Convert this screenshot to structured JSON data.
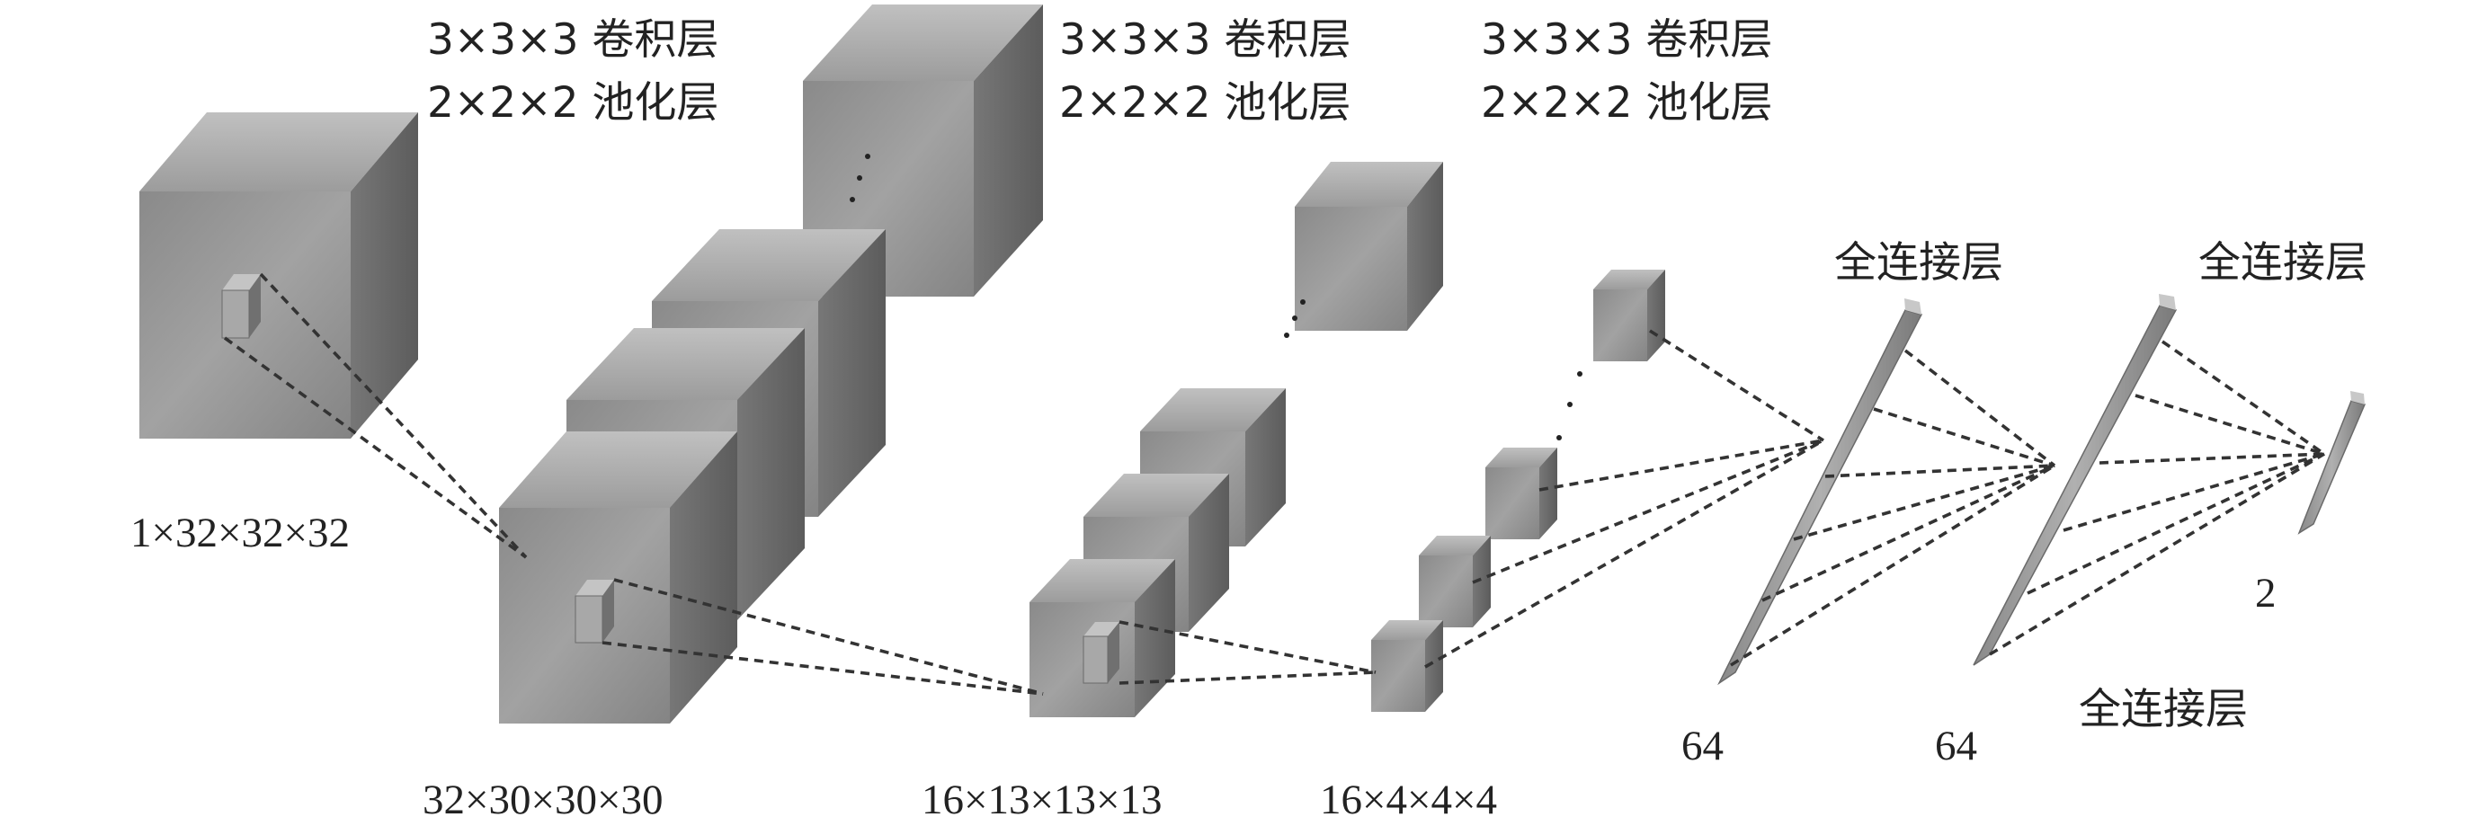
{
  "annotations": {
    "conv_block_1": {
      "conv": "3×3×3 卷积层",
      "pool": "2×2×2 池化层"
    },
    "conv_block_2": {
      "conv": "3×3×3 卷积层",
      "pool": "2×2×2 池化层"
    },
    "conv_block_3": {
      "conv": "3×3×3 卷积层",
      "pool": "2×2×2 池化层"
    }
  },
  "dimensions": {
    "input": "1×32×32×32",
    "layer1": "32×30×30×30",
    "layer2": "16×13×13×13",
    "layer3": "16×4×4×4"
  },
  "fc_layers": {
    "fc1": {
      "title": "全连接层",
      "size": "64"
    },
    "fc2": {
      "title": "全连接层",
      "size": "64"
    },
    "fc3": {
      "title": "全连接层",
      "size": "2"
    }
  },
  "colors": {
    "cube_front": "#8f8f8f",
    "cube_top": "#b3b3b3",
    "cube_side": "#6e6e6e",
    "connector": "#333333"
  }
}
